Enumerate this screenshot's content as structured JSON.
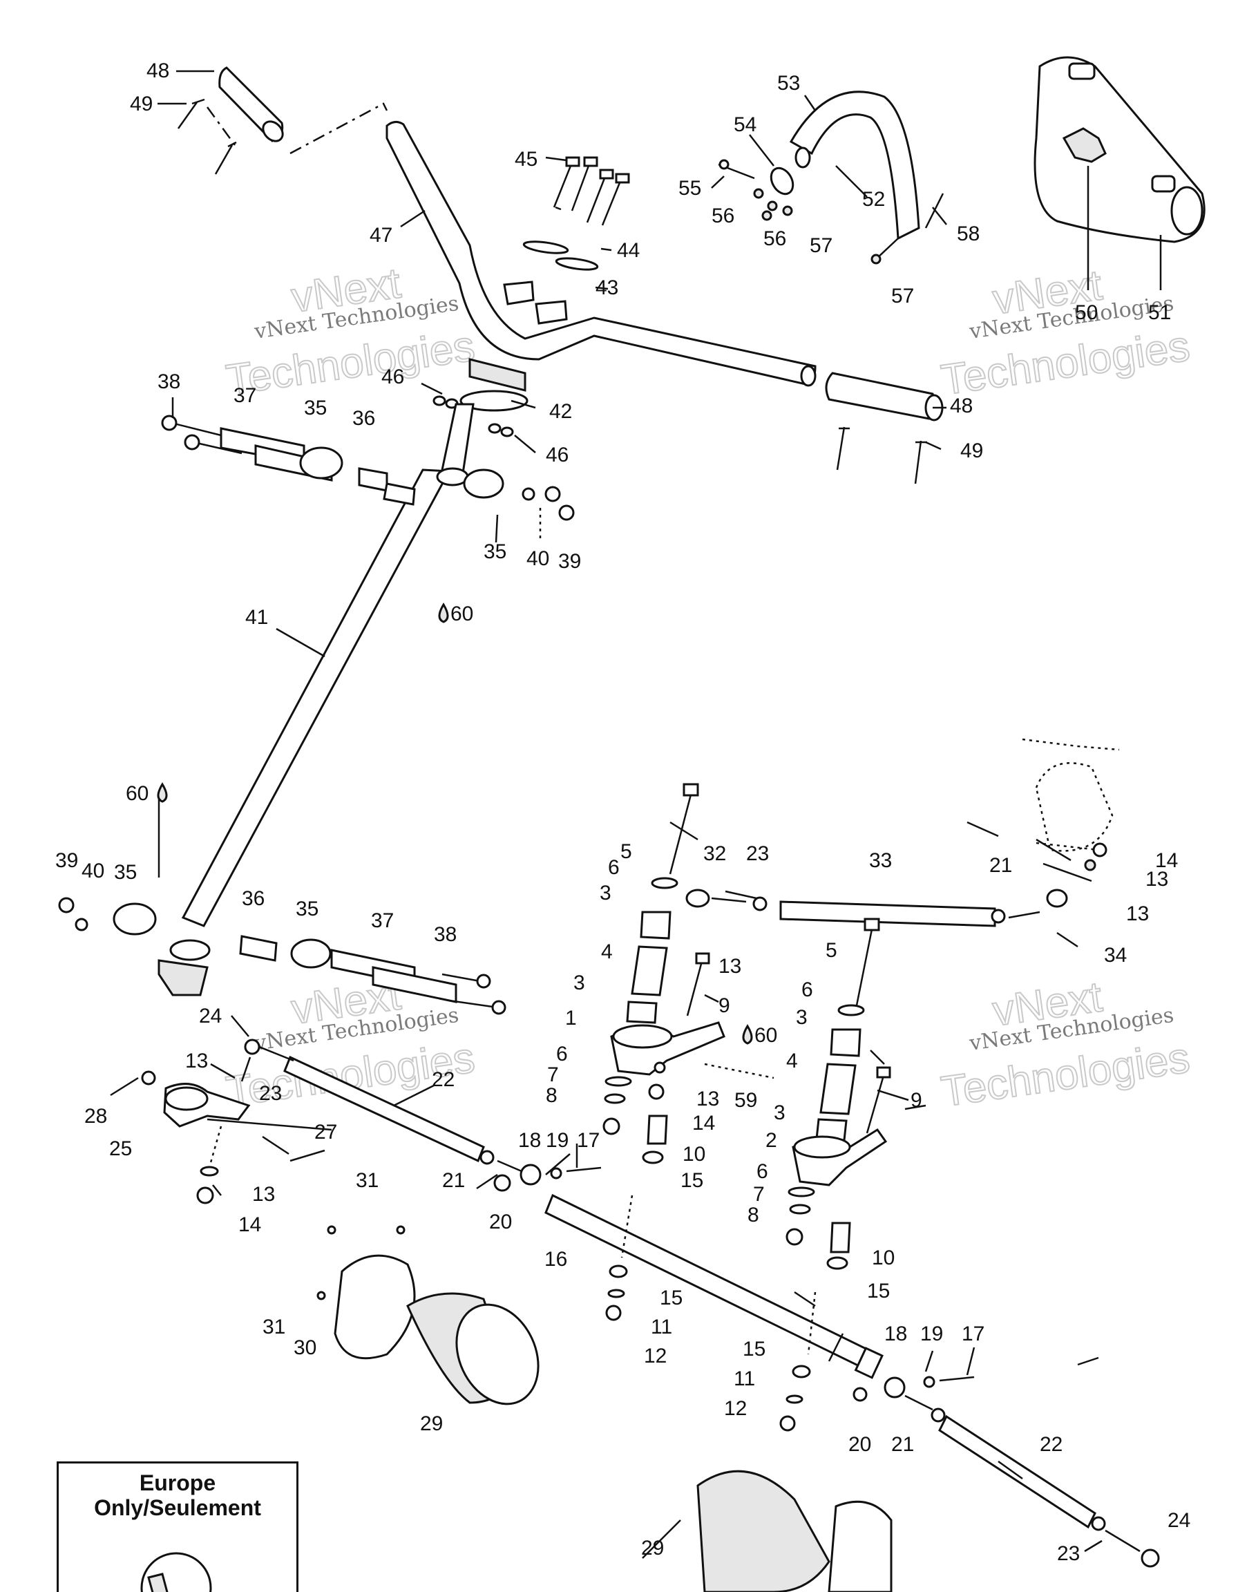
{
  "callouts": [
    {
      "id": "c48a",
      "text": "48"
    },
    {
      "id": "c49a",
      "text": "49"
    },
    {
      "id": "c47",
      "text": "47"
    },
    {
      "id": "c45",
      "text": "45"
    },
    {
      "id": "c44",
      "text": "44"
    },
    {
      "id": "c43",
      "text": "43"
    },
    {
      "id": "c53",
      "text": "53"
    },
    {
      "id": "c54",
      "text": "54"
    },
    {
      "id": "c55",
      "text": "55"
    },
    {
      "id": "c56a",
      "text": "56"
    },
    {
      "id": "c56b",
      "text": "56"
    },
    {
      "id": "c52",
      "text": "52"
    },
    {
      "id": "c57a",
      "text": "57"
    },
    {
      "id": "c57b",
      "text": "57"
    },
    {
      "id": "c58",
      "text": "58"
    },
    {
      "id": "c50",
      "text": "50"
    },
    {
      "id": "c51",
      "text": "51"
    },
    {
      "id": "c38a",
      "text": "38"
    },
    {
      "id": "c37a",
      "text": "37"
    },
    {
      "id": "c35a",
      "text": "35"
    },
    {
      "id": "c36a",
      "text": "36"
    },
    {
      "id": "c46a",
      "text": "46"
    },
    {
      "id": "c42",
      "text": "42"
    },
    {
      "id": "c46b",
      "text": "46"
    },
    {
      "id": "c48b",
      "text": "48"
    },
    {
      "id": "c49b",
      "text": "49"
    },
    {
      "id": "c35b",
      "text": "35"
    },
    {
      "id": "c40a",
      "text": "40"
    },
    {
      "id": "c39a",
      "text": "39"
    },
    {
      "id": "c60a",
      "text": "60"
    },
    {
      "id": "c41",
      "text": "41"
    },
    {
      "id": "c60b",
      "text": "60"
    },
    {
      "id": "c39b",
      "text": "39"
    },
    {
      "id": "c40b",
      "text": "40"
    },
    {
      "id": "c35c",
      "text": "35"
    },
    {
      "id": "c36b",
      "text": "36"
    },
    {
      "id": "c35d",
      "text": "35"
    },
    {
      "id": "c37b",
      "text": "37"
    },
    {
      "id": "c38b",
      "text": "38"
    },
    {
      "id": "c5a",
      "text": "5"
    },
    {
      "id": "c32",
      "text": "32"
    },
    {
      "id": "c23a",
      "text": "23"
    },
    {
      "id": "c33",
      "text": "33"
    },
    {
      "id": "c21a",
      "text": "21"
    },
    {
      "id": "c14a",
      "text": "14"
    },
    {
      "id": "c13a",
      "text": "13"
    },
    {
      "id": "c13b",
      "text": "13"
    },
    {
      "id": "c34",
      "text": "34"
    },
    {
      "id": "c6a",
      "text": "6"
    },
    {
      "id": "c3a",
      "text": "3"
    },
    {
      "id": "c13c",
      "text": "13"
    },
    {
      "id": "c4a",
      "text": "4"
    },
    {
      "id": "c9a",
      "text": "9"
    },
    {
      "id": "c3b",
      "text": "3"
    },
    {
      "id": "c5b",
      "text": "5"
    },
    {
      "id": "c6b",
      "text": "6"
    },
    {
      "id": "c3c",
      "text": "3"
    },
    {
      "id": "c4b",
      "text": "4"
    },
    {
      "id": "c3d",
      "text": "3"
    },
    {
      "id": "c60c",
      "text": "60"
    },
    {
      "id": "c1",
      "text": "1"
    },
    {
      "id": "c6c",
      "text": "6"
    },
    {
      "id": "c7a",
      "text": "7"
    },
    {
      "id": "c8a",
      "text": "8"
    },
    {
      "id": "c13d",
      "text": "13"
    },
    {
      "id": "c14b",
      "text": "14"
    },
    {
      "id": "c59",
      "text": "59"
    },
    {
      "id": "c9b",
      "text": "9"
    },
    {
      "id": "c10a",
      "text": "10"
    },
    {
      "id": "c15a",
      "text": "15"
    },
    {
      "id": "c2",
      "text": "2"
    },
    {
      "id": "c6d",
      "text": "6"
    },
    {
      "id": "c7b",
      "text": "7"
    },
    {
      "id": "c8b",
      "text": "8"
    },
    {
      "id": "c10b",
      "text": "10"
    },
    {
      "id": "c15b",
      "text": "15"
    },
    {
      "id": "c24a",
      "text": "24"
    },
    {
      "id": "c13e",
      "text": "13"
    },
    {
      "id": "c23b",
      "text": "23"
    },
    {
      "id": "c22a",
      "text": "22"
    },
    {
      "id": "c28",
      "text": "28"
    },
    {
      "id": "c25",
      "text": "25"
    },
    {
      "id": "c27",
      "text": "27"
    },
    {
      "id": "c13f",
      "text": "13"
    },
    {
      "id": "c14c",
      "text": "14"
    },
    {
      "id": "c18a",
      "text": "18"
    },
    {
      "id": "c19a",
      "text": "19"
    },
    {
      "id": "c17a",
      "text": "17"
    },
    {
      "id": "c21b",
      "text": "21"
    },
    {
      "id": "c20a",
      "text": "20"
    },
    {
      "id": "c16",
      "text": "16"
    },
    {
      "id": "c31a",
      "text": "31"
    },
    {
      "id": "c31b",
      "text": "31"
    },
    {
      "id": "c30",
      "text": "30"
    },
    {
      "id": "c29a",
      "text": "29"
    },
    {
      "id": "c15c",
      "text": "15"
    },
    {
      "id": "c11a",
      "text": "11"
    },
    {
      "id": "c12a",
      "text": "12"
    },
    {
      "id": "c15d",
      "text": "15"
    },
    {
      "id": "c11b",
      "text": "11"
    },
    {
      "id": "c12b",
      "text": "12"
    },
    {
      "id": "c18b",
      "text": "18"
    },
    {
      "id": "c19b",
      "text": "19"
    },
    {
      "id": "c17b",
      "text": "17"
    },
    {
      "id": "c20b",
      "text": "20"
    },
    {
      "id": "c21c",
      "text": "21"
    },
    {
      "id": "c22b",
      "text": "22"
    },
    {
      "id": "c24b",
      "text": "24"
    },
    {
      "id": "c23c",
      "text": "23"
    },
    {
      "id": "c29b",
      "text": "29"
    }
  ],
  "watermarks": [
    {
      "id": "wm1",
      "text": "vNext Technologies"
    },
    {
      "id": "wm2",
      "text": "vNext Technologies"
    },
    {
      "id": "wm3",
      "text": "vNext Technologies"
    },
    {
      "id": "wm4",
      "text": "vNext Technologies"
    }
  ],
  "watermark_outline": [
    "vNext",
    "Technologies"
  ],
  "inset": {
    "line1": "Europe",
    "line2": "Only/Seulement"
  }
}
